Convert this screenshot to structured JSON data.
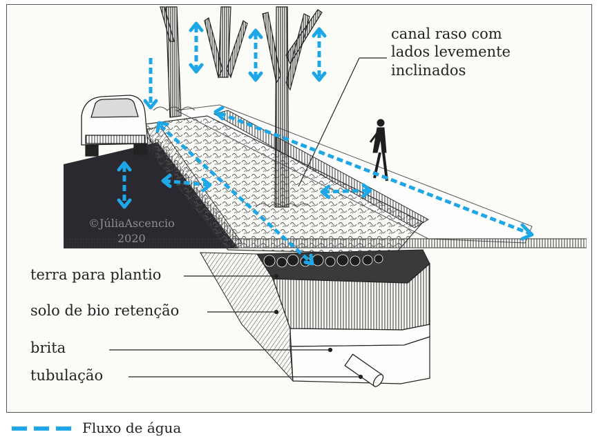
{
  "callout": {
    "lines": [
      "canal raso com",
      "lados levemente",
      "inclinados"
    ]
  },
  "labels": {
    "soil_layer": "terra para plantio",
    "bio_layer": "solo de bio retenção",
    "gravel": "brita",
    "pipe": "tubulação"
  },
  "watermark": {
    "line1": "©JúliaAscencio",
    "line2": "2020"
  },
  "legend": {
    "text": "Fluxo de água",
    "color": "#1ea7e6"
  },
  "colors": {
    "flow": "#1ea7e6",
    "ink": "#222222",
    "road": "#2c2830"
  }
}
